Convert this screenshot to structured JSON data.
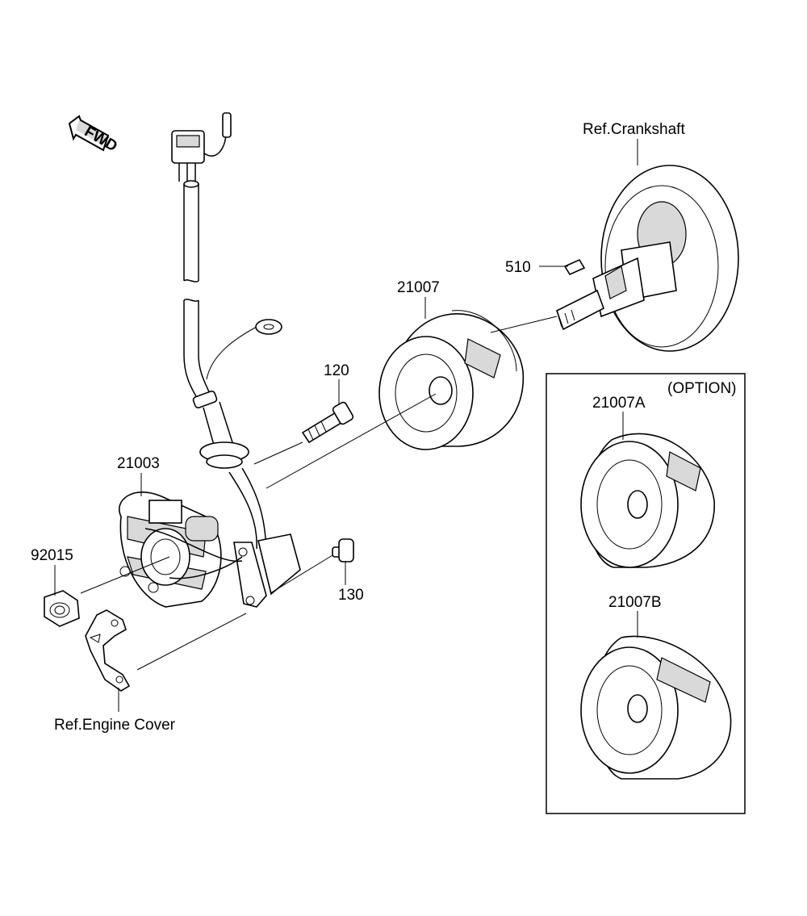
{
  "diagram": {
    "fwd_label": "FWD",
    "option_label": "(OPTION)",
    "callouts": {
      "ref_crankshaft": "Ref.Crankshaft",
      "p510": "510",
      "p21007": "21007",
      "p120": "120",
      "p21003": "21003",
      "p92015": "92015",
      "p130": "130",
      "ref_engine_cover": "Ref.Engine Cover",
      "p21007A": "21007A",
      "p21007B": "21007B"
    }
  }
}
